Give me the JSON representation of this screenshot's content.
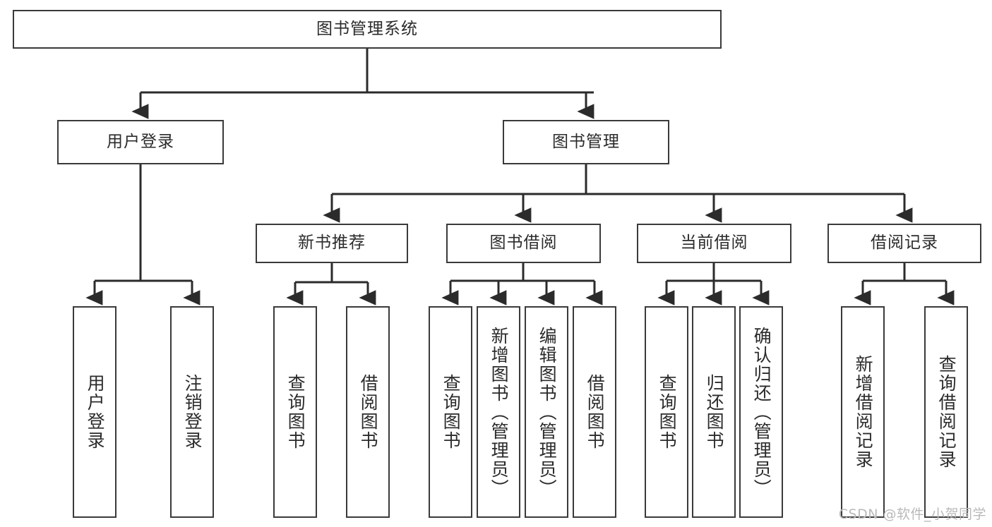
{
  "diagram": {
    "type": "hierarchy-tree",
    "title": "图书管理系统",
    "watermark": "CSDN @软件_小贺同学",
    "colors": {
      "background": "#ffffff",
      "border": "#3a3a3a",
      "text": "#2b2b2b",
      "edge": "#2b2b2b",
      "watermark": "#b9b9b9"
    },
    "nodes": {
      "root": {
        "label": "图书管理系统"
      },
      "level1": [
        {
          "label": "用户登录"
        },
        {
          "label": "图书管理"
        }
      ],
      "level2": [
        {
          "label": "新书推荐"
        },
        {
          "label": "图书借阅"
        },
        {
          "label": "当前借阅"
        },
        {
          "label": "借阅记录"
        }
      ],
      "leaves_user_login": [
        {
          "label": "用户登录"
        },
        {
          "label": "注销登录"
        }
      ],
      "leaves_new_book": [
        {
          "label": "查询图书"
        },
        {
          "label": "借阅图书"
        }
      ],
      "leaves_borrow": [
        {
          "label": "查询图书"
        },
        {
          "label": "新增图书（管理员）"
        },
        {
          "label": "编辑图书（管理员）"
        },
        {
          "label": "借阅图书"
        }
      ],
      "leaves_current": [
        {
          "label": "查询图书"
        },
        {
          "label": "归还图书"
        },
        {
          "label": "确认归还（管理员）"
        }
      ],
      "leaves_records": [
        {
          "label": "新增借阅记录"
        },
        {
          "label": "查询借阅记录"
        }
      ]
    }
  }
}
